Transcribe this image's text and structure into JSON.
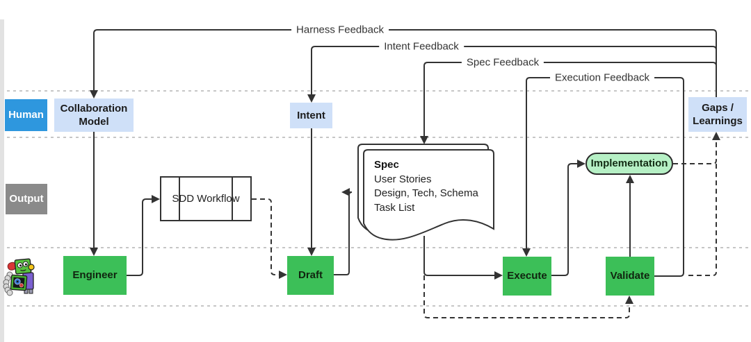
{
  "lanes": {
    "human_label": "Human",
    "output_label": "Output"
  },
  "edge_labels": {
    "harness": "Harness Feedback",
    "intent": "Intent Feedback",
    "spec": "Spec Feedback",
    "execution": "Execution Feedback"
  },
  "nodes": {
    "collaboration_model": "Collaboration Model",
    "intent": "Intent",
    "gaps_learnings": "Gaps / Learnings",
    "sdd_workflow": "SDD Workflow",
    "engineer": "Engineer",
    "draft": "Draft",
    "spec_title": "Spec",
    "spec_lines": [
      "User Stories",
      "Design, Tech, Schema",
      "Task List"
    ],
    "execute": "Execute",
    "validate": "Validate",
    "implementation": "Implementation"
  },
  "icons": {
    "robot": "robot-mascot-icon"
  },
  "colors": {
    "process_green": "#3cbf58",
    "artifact_blue": "#cfe0f8",
    "human_lane_blue": "#2e97de",
    "output_lane_gray": "#8a8a8a",
    "implementation_fill": "#b6f0c5",
    "edge": "#333333",
    "lane_divider": "#b4b4b4"
  }
}
